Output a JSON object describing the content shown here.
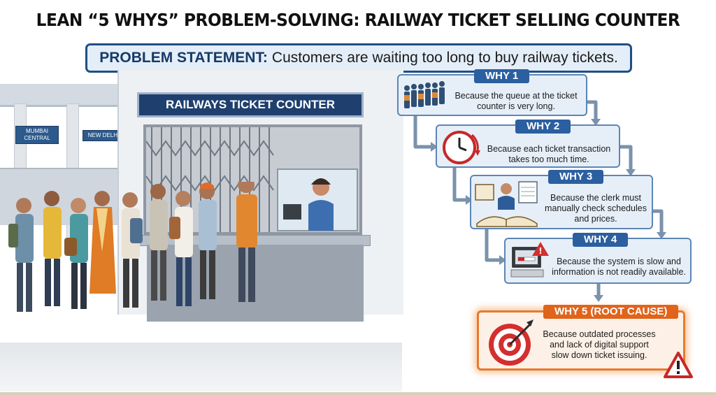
{
  "title": "LEAN “5 WHYS” PROBLEM-SOLVING: RAILWAY TICKET SELLING COUNTER",
  "problem": {
    "label": "PROBLEM STATEMENT:",
    "text": "Customers are waiting too long to buy railway tickets."
  },
  "scene": {
    "counter_sign": "RAILWAYS TICKET COUNTER",
    "station_signs": [
      "MUMBAI CENTRAL",
      "NEW DELHI"
    ]
  },
  "whys": [
    {
      "label": "WHY 1",
      "text": "Because the queue at the ticket counter is very long.",
      "icon": "queue-icon"
    },
    {
      "label": "WHY 2",
      "text": "Because each ticket transaction takes too much time.",
      "icon": "clock-icon"
    },
    {
      "label": "WHY 3",
      "text": "Because the clerk must manually check schedules and prices.",
      "icon": "clerk-books-icon"
    },
    {
      "label": "WHY 4",
      "text": "Because the system is slow and information is not readily available.",
      "icon": "slow-computer-icon"
    },
    {
      "label": "WHY 5 (ROOT CAUSE)",
      "text": "Because outdated processes and lack of digital support slow down ticket issuing.",
      "icon": "target-icon"
    }
  ],
  "colors": {
    "navy": "#1f4e86",
    "why_tab": "#2b5fa0",
    "root_orange": "#e0641b",
    "box_fill": "#e6eff8"
  }
}
